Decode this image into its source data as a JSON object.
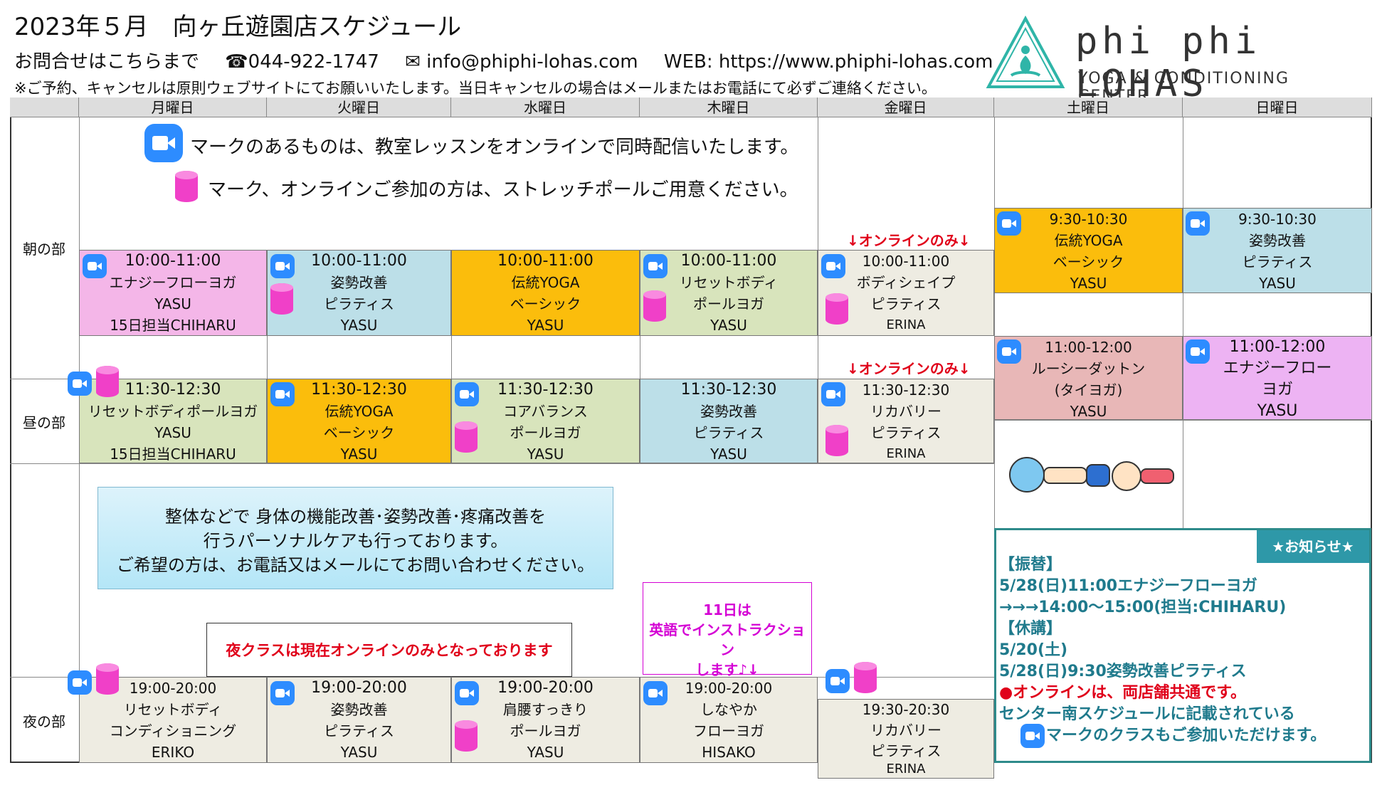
{
  "header": {
    "title": "2023年５月　向ヶ丘遊園店スケジュール",
    "contact_label": "お問合せはこちらまで",
    "phone": "☎044-922-1747",
    "email": "✉ info@phiphi-lohas.com",
    "web": "WEB: https://www.phiphi-lohas.com",
    "note": "※ご予約、キャンセルは原則ウェブサイトにてお願いいたします。当日キャンセルの場合はメールまたはお電話にて必ずご連絡ください。"
  },
  "logo": {
    "name": "phi phi LOHAS",
    "sub": "YOGA & CONDITIONING CENTER",
    "color": "#2fb5a8"
  },
  "days": [
    "月曜日",
    "火曜日",
    "水曜日",
    "木曜日",
    "金曜日",
    "土曜日",
    "日曜日"
  ],
  "periods": {
    "morning": "朝の部",
    "noon": "昼の部",
    "night": "夜の部"
  },
  "messages": {
    "zoom_msg": "マークのあるものは、教室レッスンをオンラインで同時配信いたします。",
    "pole_msg": "マーク、オンラインご参加の方は、ストレッチポールご用意ください。",
    "online_only": "↓オンラインのみ↓",
    "care": [
      "整体などで 身体の機能改善･姿勢改善･疼痛改善を",
      "行うパーソナルケアも行っております。",
      "ご希望の方は、お電話又はメールにてお問い合わせください。"
    ],
    "night_only": "夜クラスは現在オンラインのみとなっております",
    "english": [
      "11日は",
      "英語でインストラクション",
      "します♪↓"
    ]
  },
  "classes": {
    "mon1": [
      "10:00-11:00",
      "エナジーフローヨガ",
      "YASU",
      "15日担当CHIHARU"
    ],
    "tue1": [
      "10:00-11:00",
      "姿勢改善",
      "ピラティス",
      "YASU"
    ],
    "wed1": [
      "10:00-11:00",
      "伝統YOGA",
      "ベーシック",
      "YASU"
    ],
    "thu1": [
      "10:00-11:00",
      "リセットボディ",
      "ポールヨガ",
      "YASU"
    ],
    "fri1": [
      "10:00-11:00",
      "ボディシェイプ",
      "ピラティス",
      "ERINA"
    ],
    "sat1": [
      "9:30-10:30",
      "伝統YOGA",
      "ベーシック",
      "YASU"
    ],
    "sun1": [
      "9:30-10:30",
      "姿勢改善",
      "ピラティス",
      "YASU"
    ],
    "mon2": [
      "11:30-12:30",
      "リセットボディポールヨガ",
      "YASU",
      "15日担当CHIHARU"
    ],
    "tue2": [
      "11:30-12:30",
      "伝統YOGA",
      "ベーシック",
      "YASU"
    ],
    "wed2": [
      "11:30-12:30",
      "コアバランス",
      "ポールヨガ",
      "YASU"
    ],
    "thu2": [
      "11:30-12:30",
      "姿勢改善",
      "ピラティス",
      "YASU"
    ],
    "fri2": [
      "11:30-12:30",
      "リカバリー",
      "ピラティス",
      "ERINA"
    ],
    "sat2": [
      "11:00-12:00",
      "ルーシーダットン",
      "(タイヨガ)",
      "YASU"
    ],
    "sun2": [
      "11:00-12:00",
      "エナジーフロー",
      "ヨガ",
      "YASU"
    ],
    "mon3": [
      "19:00-20:00",
      "リセットボディ",
      "コンディショニング",
      "ERIKO"
    ],
    "tue3": [
      "19:00-20:00",
      "姿勢改善",
      "ピラティス",
      "YASU"
    ],
    "wed3": [
      "19:00-20:00",
      "肩腰すっきり",
      "ポールヨガ",
      "YASU"
    ],
    "thu3": [
      "19:00-20:00",
      "しなやか",
      "フローヨガ",
      "HISAKO"
    ],
    "fri3": [
      "19:30-20:30",
      "リカバリー",
      "ピラティス",
      "ERINA"
    ]
  },
  "notice": {
    "header": "★お知らせ★",
    "lines": [
      "【振替】",
      "5/28(日)11:00エナジーフローヨガ",
      "→→→14:00～15:00(担当:CHIHARU)",
      "【休講】",
      "5/20(土)",
      "5/28(日)9:30姿勢改善ピラティス"
    ],
    "red_line": "●オンラインは、両店舗共通です。",
    "line2": "センター南スケジュールに記載されている",
    "line3": "マークのクラスもご参加いただけます。"
  }
}
